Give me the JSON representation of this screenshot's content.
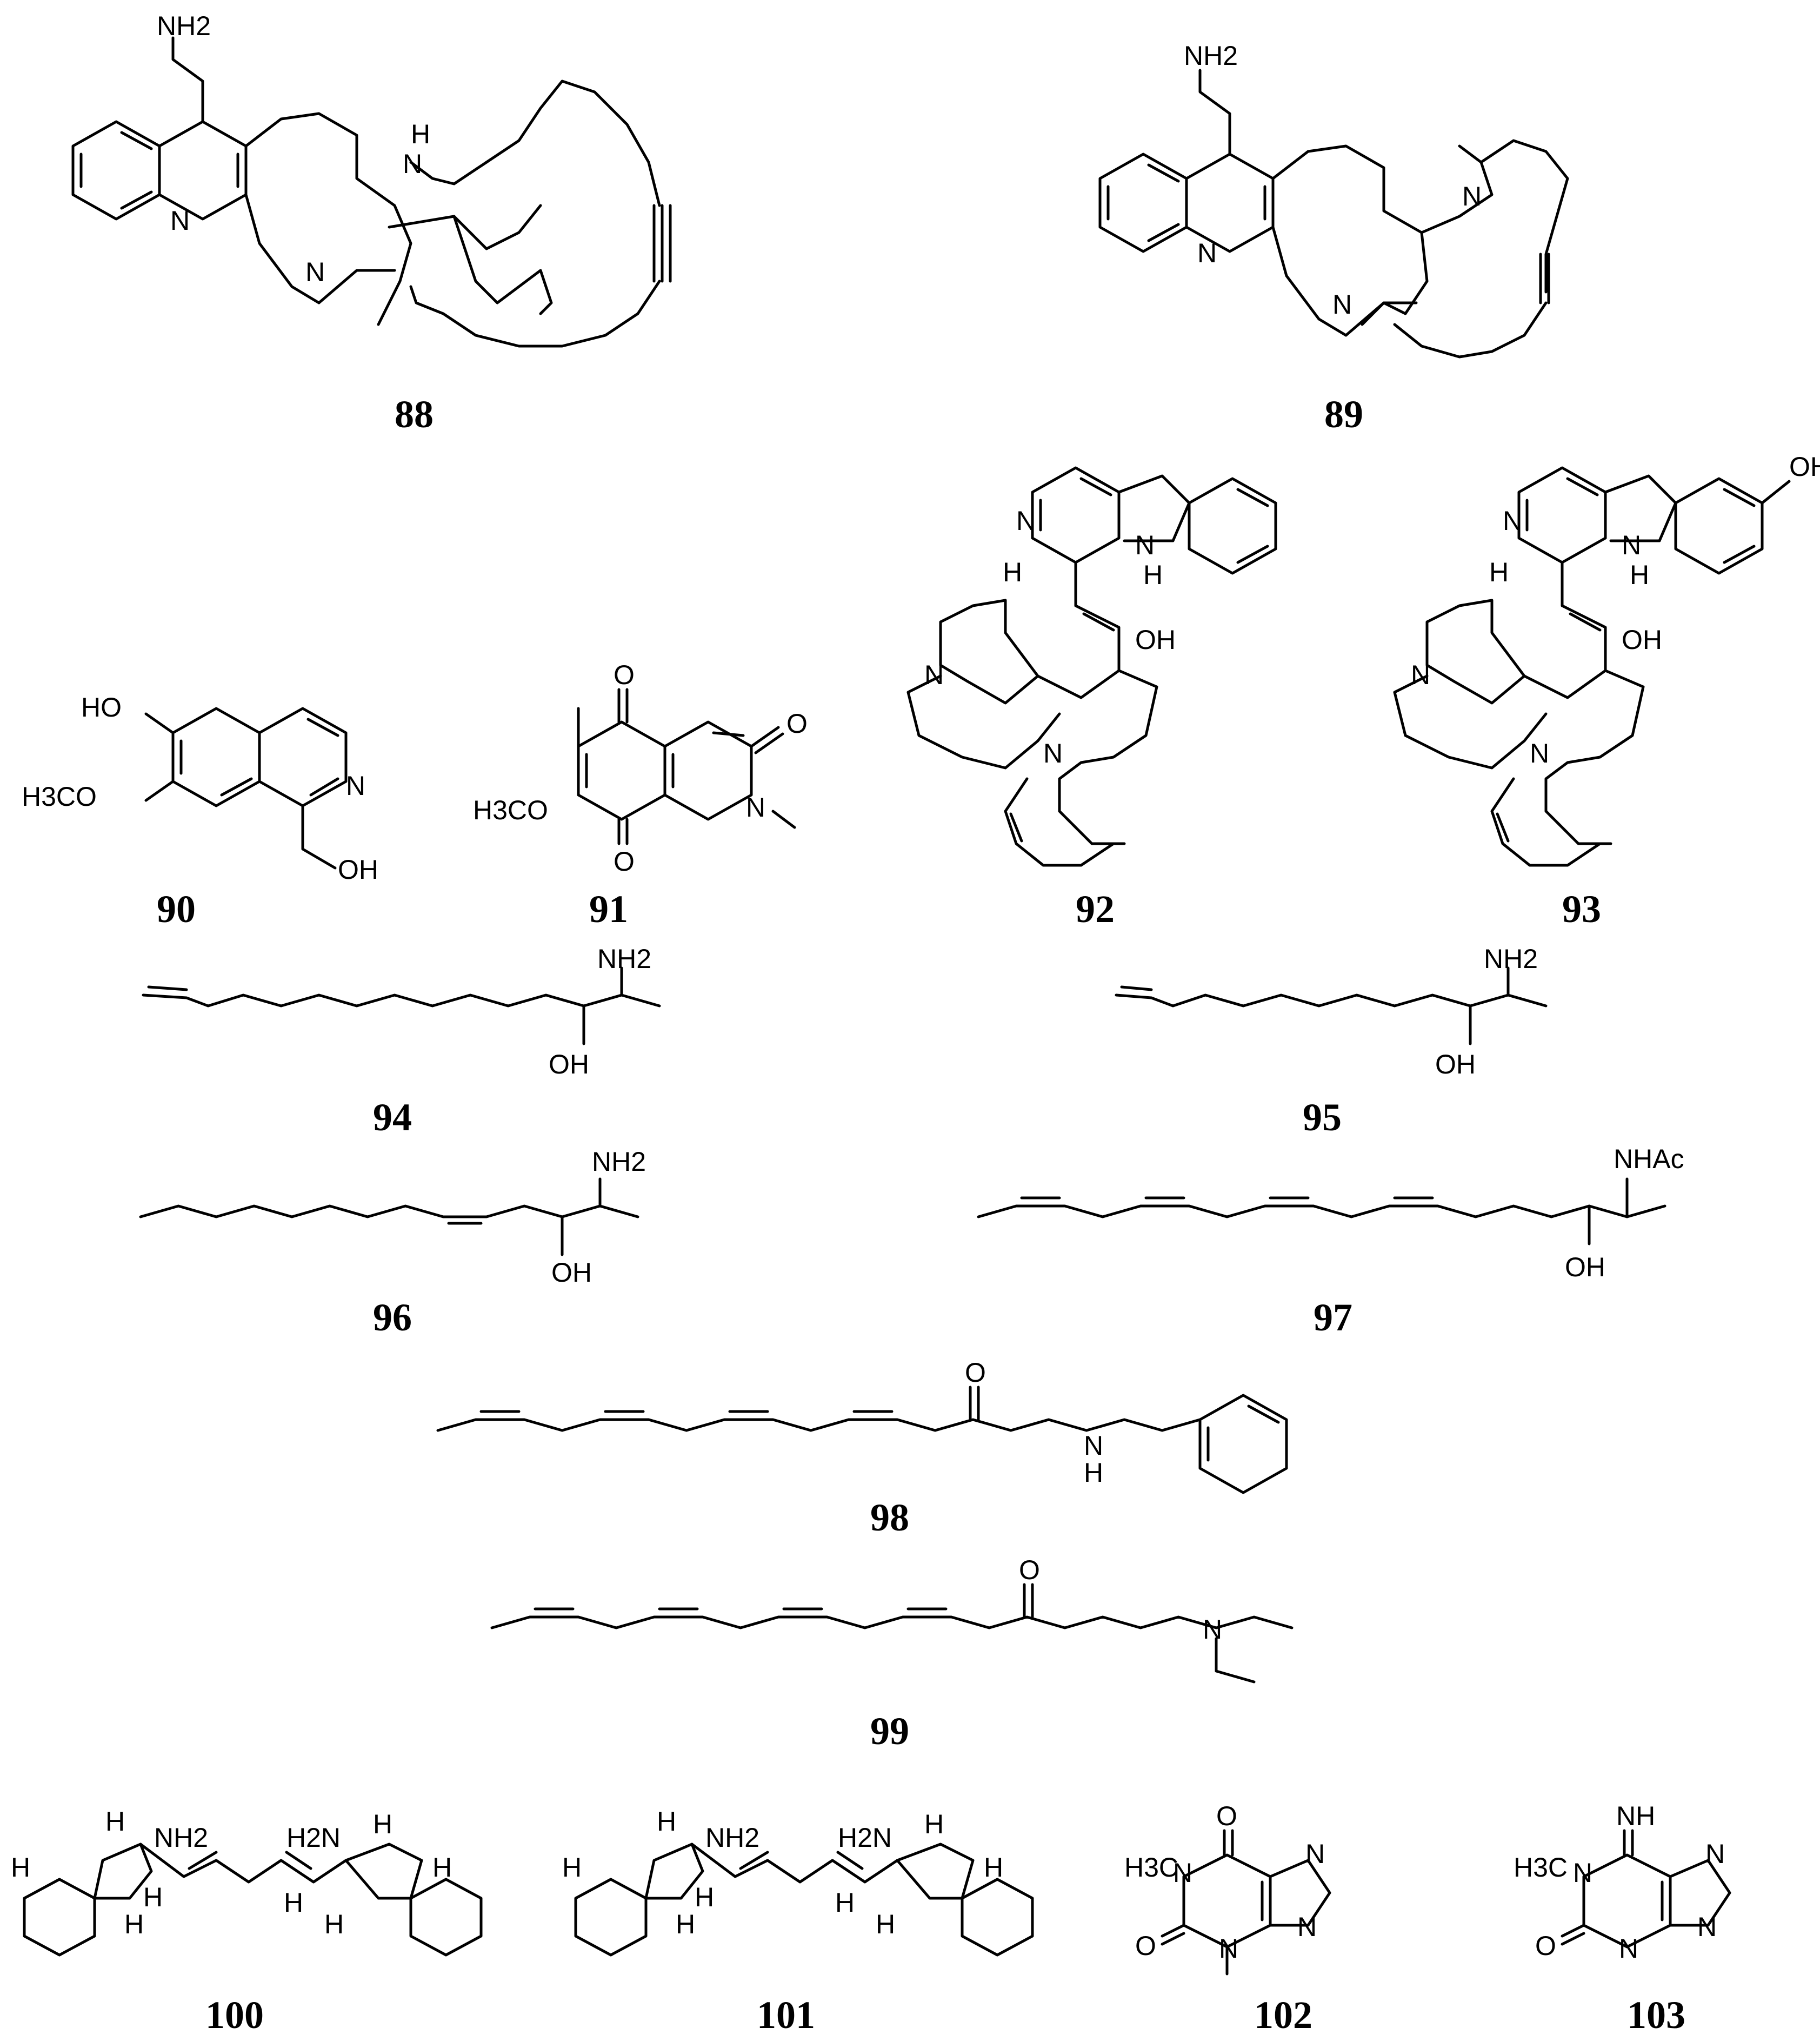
{
  "compounds": [
    {
      "label": "88",
      "atoms": [
        "NH2",
        "N",
        "H",
        "N",
        "N"
      ]
    },
    {
      "label": "89",
      "atoms": [
        "NH2",
        "N",
        "N",
        "N"
      ]
    },
    {
      "label": "90",
      "atoms": [
        "HO",
        "H3CO",
        "N",
        "OH"
      ]
    },
    {
      "label": "91",
      "atoms": [
        "O",
        "O",
        "O",
        "H3CO",
        "N"
      ]
    },
    {
      "label": "92",
      "atoms": [
        "N",
        "N",
        "H",
        "H",
        "OH",
        "N",
        "N"
      ]
    },
    {
      "label": "93",
      "atoms": [
        "OH",
        "N",
        "N",
        "H",
        "H",
        "OH",
        "N",
        "N"
      ]
    },
    {
      "label": "94",
      "atoms": [
        "NH2",
        "OH"
      ]
    },
    {
      "label": "95",
      "atoms": [
        "NH2",
        "OH"
      ]
    },
    {
      "label": "96",
      "atoms": [
        "NH2",
        "OH"
      ]
    },
    {
      "label": "97",
      "atoms": [
        "NHAc",
        "OH"
      ]
    },
    {
      "label": "98",
      "atoms": [
        "O",
        "N",
        "H"
      ]
    },
    {
      "label": "99",
      "atoms": [
        "O",
        "N"
      ]
    },
    {
      "label": "100",
      "atoms": [
        "H",
        "NH2",
        "H2N",
        "H",
        "H",
        "H",
        "H",
        "H",
        "H",
        "H"
      ]
    },
    {
      "label": "101",
      "atoms": [
        "H",
        "NH2",
        "H2N",
        "H",
        "H",
        "H",
        "H",
        "H",
        "H",
        "H"
      ]
    },
    {
      "label": "102",
      "atoms": [
        "O",
        "H3C",
        "N",
        "N",
        "O",
        "N",
        "N"
      ]
    },
    {
      "label": "103",
      "atoms": [
        "NH",
        "H3C",
        "N",
        "N",
        "O",
        "N",
        "N"
      ]
    }
  ]
}
